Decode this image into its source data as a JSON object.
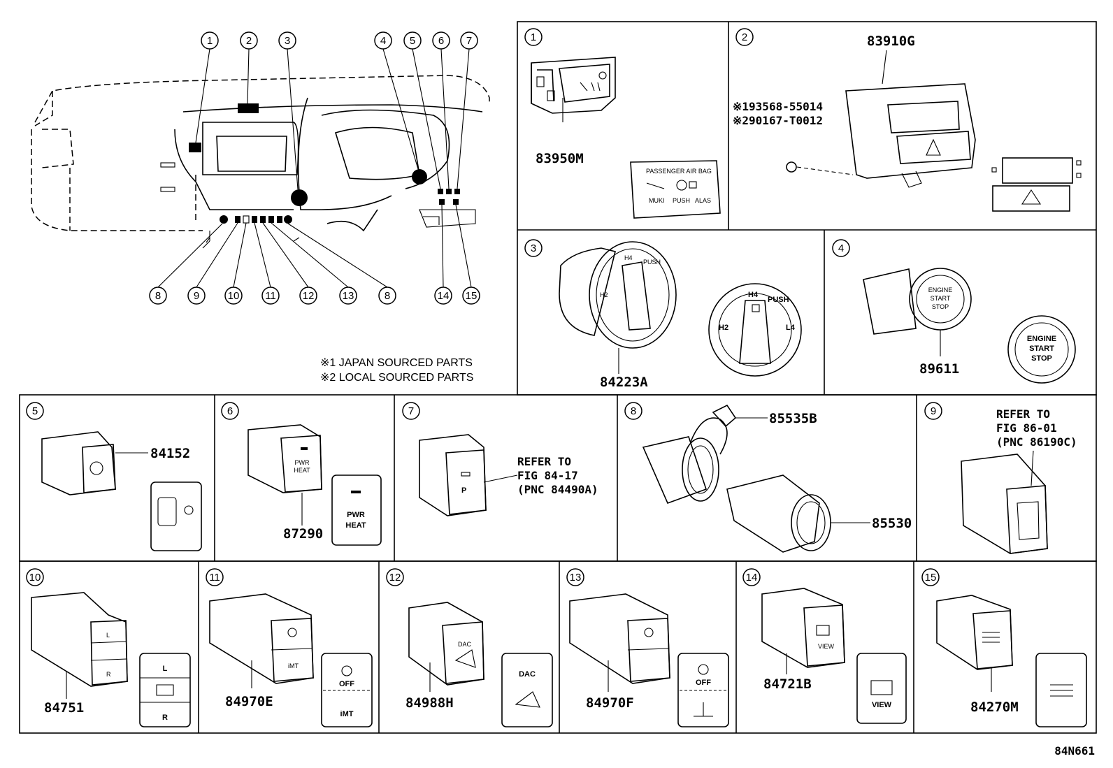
{
  "callouts": [
    "1",
    "2",
    "3",
    "4",
    "5",
    "6",
    "7",
    "8",
    "9",
    "10",
    "11",
    "12",
    "13",
    "14",
    "15"
  ],
  "notes": {
    "japan": "※1 JAPAN SOURCED PARTS",
    "local": "※2 LOCAL SOURCED PARTS"
  },
  "panels": {
    "p1": {
      "pnc": "83950M",
      "label_title": "PASSENGER AIR BAG",
      "label_items": [
        "MUKI",
        "PUSH",
        "ALAS"
      ]
    },
    "p2": {
      "pnc": "83910G",
      "note1": "※193568-55014",
      "note2": "※290167-T0012"
    },
    "p3": {
      "pnc": "84223A",
      "dial": [
        "H2",
        "H4",
        "PUSH",
        "L4"
      ]
    },
    "p4": {
      "pnc": "89611",
      "button": [
        "ENGINE",
        "START",
        "STOP"
      ]
    },
    "p5": {
      "pnc": "84152"
    },
    "p6": {
      "pnc": "87290",
      "label": [
        "PWR",
        "HEAT"
      ]
    },
    "p7": {
      "refer": [
        "REFER TO",
        "FIG 84-17",
        "(PNC 84490A)"
      ]
    },
    "p8": {
      "pnc_cap": "85535B",
      "pnc_socket": "85530"
    },
    "p9": {
      "refer": [
        "REFER TO",
        "FIG 86-01",
        "(PNC 86190C)"
      ]
    },
    "p10": {
      "pnc": "84751",
      "label_top": "L",
      "label_bottom": "R"
    },
    "p11": {
      "pnc": "84970E",
      "label_top": "OFF",
      "label_bottom": "iMT"
    },
    "p12": {
      "pnc": "84988H",
      "label": "DAC"
    },
    "p13": {
      "pnc": "84970F",
      "label_top": "OFF"
    },
    "p14": {
      "pnc": "84721B",
      "label": "VIEW"
    },
    "p15": {
      "pnc": "84270M"
    }
  },
  "figure_code": "84N661"
}
